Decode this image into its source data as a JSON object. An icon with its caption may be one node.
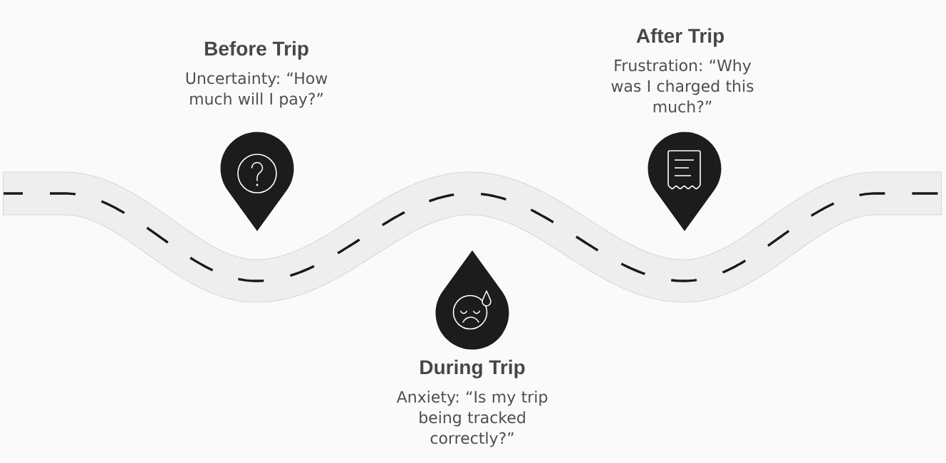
{
  "diagram": {
    "nodes": [
      {
        "text": [
          "Before Trip",
          "Uncertainty: “How much will I pay?”"
        ]
      },
      {
        "text": [
          "During Trip",
          "Anxiety: “Is my trip being tracked correctly?”"
        ]
      },
      {
        "text": [
          "After Trip",
          "Frustration: “Why was I charged this much?”"
        ]
      }
    ]
  }
}
